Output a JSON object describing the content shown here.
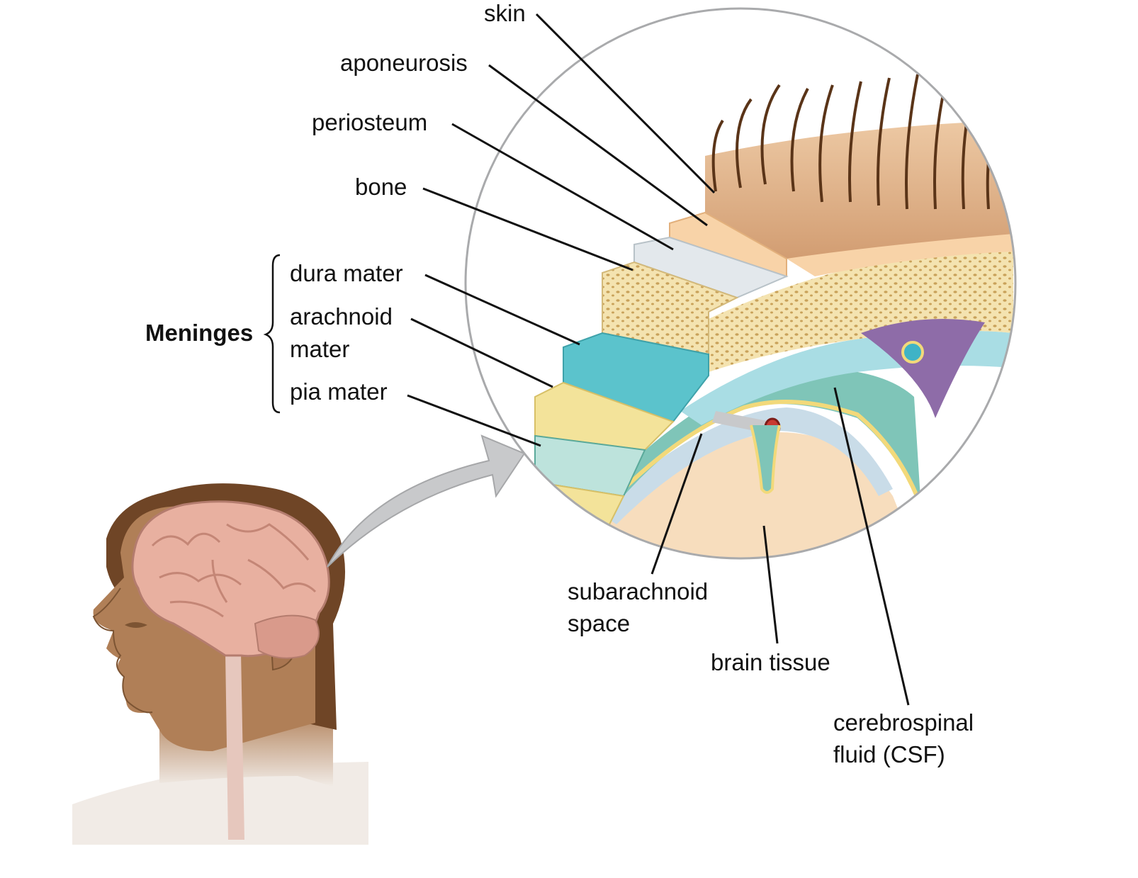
{
  "labels": {
    "skin": "skin",
    "aponeurosis": "aponeurosis",
    "periosteum": "periosteum",
    "bone": "bone",
    "dura_mater": "dura mater",
    "arachnoid_line1": "arachnoid",
    "arachnoid_line2": "mater",
    "pia_mater": "pia mater",
    "meninges": "Meninges",
    "subarachnoid_line1": "subarachnoid",
    "subarachnoid_line2": "space",
    "brain_tissue": "brain tissue",
    "csf_line1": "cerebrospinal",
    "csf_line2": "fluid (CSF)"
  },
  "colors": {
    "skin_tone": "#b07f57",
    "hair": "#6f4526",
    "brain": "#e8b0a0",
    "scalp_layer": "#d9a67a",
    "aponeurosis": "#f8d3a8",
    "periosteum": "#e3e8ec",
    "bone": "#f4e3b0",
    "dura_mater": "#5bc3cc",
    "arachnoid": "#f3e39a",
    "subarachnoid_space": "#7fc5b8",
    "brain_tissue": "#f7ddbd",
    "sinus": "#8e6ca8",
    "vessel": "#c83a32",
    "leader_lines": "#111111"
  }
}
